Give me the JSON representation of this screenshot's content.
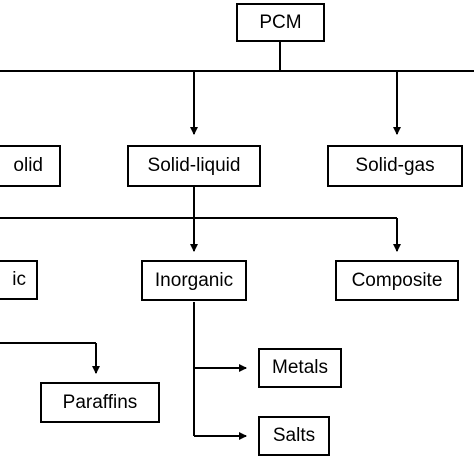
{
  "diagram": {
    "nodes": {
      "pcm": "PCM",
      "solid_solid": "olid",
      "solid_liquid": "Solid-liquid",
      "solid_gas": "Solid-gas",
      "organic": "ic",
      "inorganic": "Inorganic",
      "composite": "Composite",
      "paraffins": "Paraffins",
      "metals": "Metals",
      "salts": "Salts"
    },
    "colors": {
      "line": "#000000",
      "box_border": "#000000",
      "text": "#000000",
      "background": "#ffffff"
    }
  }
}
